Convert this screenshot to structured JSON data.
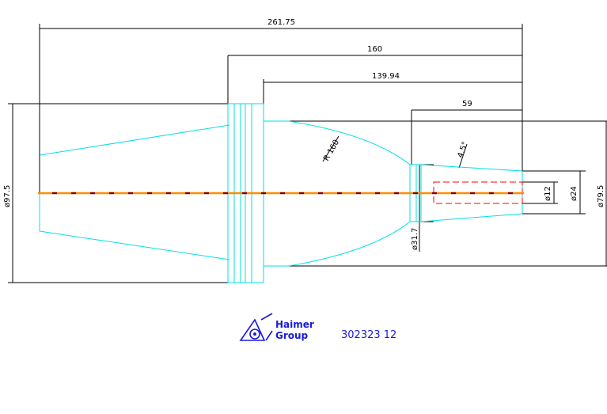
{
  "dimensions": {
    "overall_length": "261.75",
    "length_160": "160",
    "length_139": "139.94",
    "length_59": "59",
    "radius": "R 160",
    "angle": "4.5°",
    "dia_97": "ø97.5",
    "dia_31": "ø31.7",
    "dia_12": "ø12",
    "dia_24": "ø24",
    "dia_79": "ø79.5"
  },
  "logo": {
    "line1": "Haimer",
    "line2": "Group"
  },
  "part_number": "302323 12",
  "colors": {
    "body": "#00e0e0",
    "dimension": "#000000",
    "bore": "#ff0000",
    "centerline_a": "#ff8c00",
    "centerline_b": "#800000",
    "logo": "#1a1adc"
  }
}
